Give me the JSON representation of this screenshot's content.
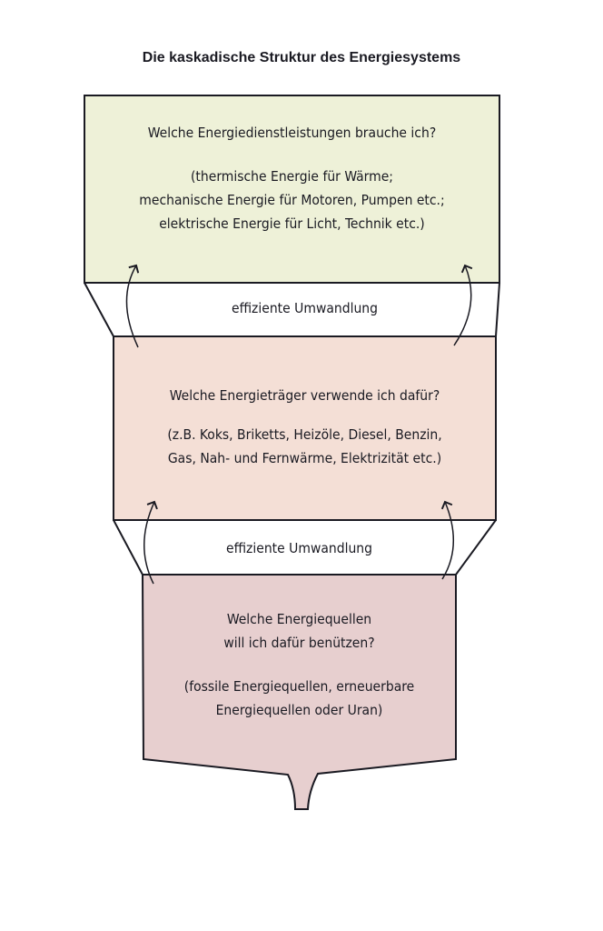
{
  "title": "Die kaskadische Struktur des Energiesystems",
  "levels": [
    {
      "question": "Welche Energiedienstleistungen brauche ich?",
      "details": [
        "(thermische Energie für Wärme;",
        "mechanische Energie für Motoren, Pumpen etc.;",
        "elektrische Energie für Licht, Technik etc.)"
      ],
      "color": "#eef1d8"
    },
    {
      "question": "Welche Energieträger verwende ich dafür?",
      "details": [
        "(z.B. Koks, Briketts, Heizöle, Diesel, Benzin,",
        "Gas, Nah- und Fernwärme, Elektrizität etc.)"
      ],
      "color": "#f4dfd6"
    },
    {
      "question_lines": [
        "Welche Energiequellen",
        "will ich dafür benützen?"
      ],
      "details": [
        "(fossile Energiequellen, erneuerbare",
        "Energiequellen oder Uran)"
      ],
      "color": "#e7cfcf"
    }
  ],
  "connectors": [
    "effiziente Umwandlung",
    "effiziente Umwandlung"
  ]
}
